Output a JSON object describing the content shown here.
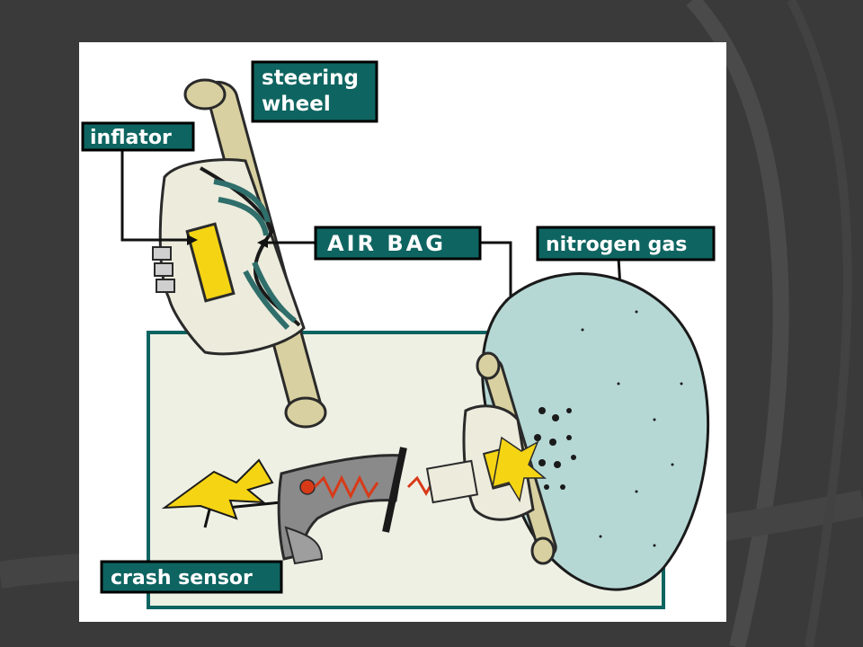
{
  "labels": {
    "steering_wheel_line1": "steering",
    "steering_wheel_line2": "wheel",
    "inflator": "inflator",
    "air_bag": "AIR BAG",
    "nitrogen_gas": "nitrogen gas",
    "crash_sensor": "crash sensor"
  },
  "colors": {
    "page_background": "#3a3a3a",
    "label_fill": "#0e6460",
    "label_border": "#000000",
    "label_text": "#ffffff",
    "panel_fill": "#eef0e4",
    "panel_border": "#0e6460",
    "bag_fill": "#b5d8d5",
    "steering_wheel": "#d8d0a0",
    "flash": "#f5d414",
    "sensor_body": "#8a8a8a",
    "wire": "#d83a18"
  }
}
